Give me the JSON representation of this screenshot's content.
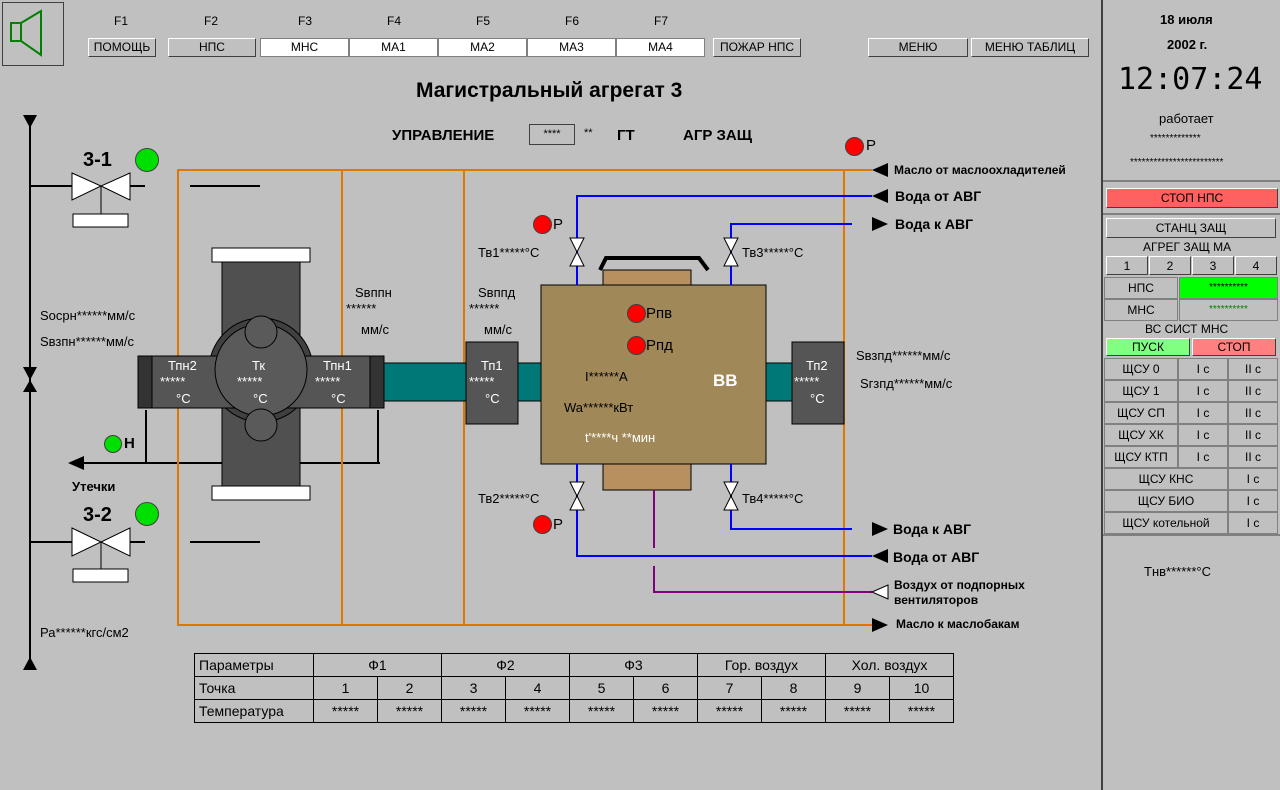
{
  "toolbar": {
    "fkeys": [
      "F1",
      "F2",
      "F3",
      "F4",
      "F5",
      "F6",
      "F7"
    ],
    "buttons": [
      "ПОМОЩЬ",
      "НПС",
      "МНС",
      "МА1",
      "МА2",
      "МА3",
      "МА4",
      "ПОЖАР НПС"
    ],
    "menu": "МЕНЮ",
    "menu_tables": "МЕНЮ ТАБЛИЦ"
  },
  "title": "Магистральный агрегат 3",
  "control": {
    "label": "УПРАВЛЕНИЕ",
    "value": "****",
    "stars": "**",
    "gt": "ГТ",
    "agr_zasch": "АГР ЗАЩ"
  },
  "valves": {
    "v1": "3-1",
    "v2": "3-2"
  },
  "indicators": {
    "p": "Р",
    "n": "Н",
    "rpv": "Рпв",
    "rpd": "Рпд"
  },
  "labels": {
    "leaks": "Утечки",
    "socrn": "Sоcрн******мм/с",
    "svzpn": "Sвзпн******мм/с",
    "pa": "Ра******кгс/см2",
    "svppn_title": "Sвппн",
    "svppn_val": "******",
    "svppn_unit": "мм/с",
    "svppd_title": "Sвппд",
    "svppd_val": "******",
    "svppd_unit": "мм/с",
    "svzpd": "Sвзпд******мм/с",
    "sgzpd": "Sгзпд******мм/с",
    "tv1": "Тв1*****°С",
    "tv2": "Тв2*****°С",
    "tv3": "Тв3*****°С",
    "tv4": "Тв4*****°С",
    "i": "I******А",
    "wa": "Wa******кВт",
    "t": "t'****ч **мин",
    "vv": "ВВ"
  },
  "bearings": {
    "tpn2": {
      "name": "Тпн2",
      "val": "*****",
      "unit": "°С"
    },
    "tk": {
      "name": "Тк",
      "val": "*****",
      "unit": "°С"
    },
    "tpn1": {
      "name": "Тпн1",
      "val": "*****",
      "unit": "°С"
    },
    "tp1": {
      "name": "Тп1",
      "val": "*****",
      "unit": "°С"
    },
    "tp2": {
      "name": "Тп2",
      "val": "*****",
      "unit": "°С"
    }
  },
  "pipes": {
    "oil_in": "Масло от маслоохладителей",
    "water_from_1": "Вода от АВГ",
    "water_to_1": "Вода к АВГ",
    "water_to_2": "Вода к АВГ",
    "water_from_2": "Вода от АВГ",
    "air": "Воздух от подпорных вентиляторов",
    "oil_out": "Масло к маслобакам"
  },
  "params_table": {
    "header": [
      "Параметры",
      "Ф1",
      "Ф2",
      "Ф3",
      "Гор. воздух",
      "Хол. воздух"
    ],
    "point_label": "Точка",
    "points": [
      "1",
      "2",
      "3",
      "4",
      "5",
      "6",
      "7",
      "8",
      "9",
      "10"
    ],
    "temp_label": "Температура",
    "temps": [
      "*****",
      "*****",
      "*****",
      "*****",
      "*****",
      "*****",
      "*****",
      "*****",
      "*****",
      "*****"
    ]
  },
  "right_panel": {
    "date_line1": "18 июля",
    "date_line2": "2002 г.",
    "time": "12:07:24",
    "status": "работает",
    "stars1": "*************",
    "stars2": "************************",
    "stop_nps": "СТОП НПС",
    "stants_zasch": "СТАНЦ ЗАЩ",
    "agreg_zasch_ma": "АГРЕГ ЗАЩ МА",
    "ma_buttons": [
      "1",
      "2",
      "3",
      "4"
    ],
    "nps_label": "НПС",
    "nps_value": "**********",
    "mns_label": "МНС",
    "mns_value": "**********",
    "vs_sist": "ВС СИСТ МНС",
    "pusk": "ПУСК",
    "stop": "СТОП",
    "schsu_rows": [
      {
        "name": "ЩСУ 0",
        "c1": "I с",
        "c2": "II с"
      },
      {
        "name": "ЩСУ 1",
        "c1": "I с",
        "c2": "II с"
      },
      {
        "name": "ЩСУ СП",
        "c1": "I с",
        "c2": "II с"
      },
      {
        "name": "ЩСУ ХК",
        "c1": "I с",
        "c2": "II с"
      },
      {
        "name": "ЩСУ КТП",
        "c1": "I с",
        "c2": "II с"
      }
    ],
    "schsu_single": [
      {
        "name": "ЩСУ КНС",
        "c1": "I с"
      },
      {
        "name": "ЩСУ БИО",
        "c1": "I с"
      },
      {
        "name": "ЩСУ котельной",
        "c1": "I с"
      }
    ],
    "tnv": "Тнв******°С"
  },
  "colors": {
    "background": "#c0c0c0",
    "orange": "#e07800",
    "water": "#0000ff",
    "air": "#800080",
    "red": "#ff0000",
    "green": "#00e000",
    "teal": "#007878",
    "stop_red": "#ff6060",
    "pusk_green": "#80ff80"
  }
}
